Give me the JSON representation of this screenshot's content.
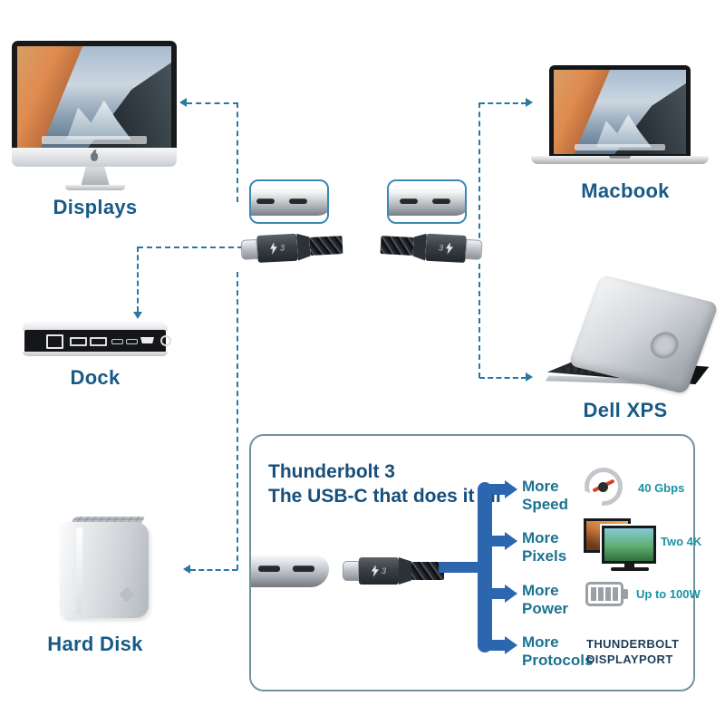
{
  "figure": {
    "type": "product-infographic",
    "subject": "Thunderbolt 3 USB-C cable connectivity diagram"
  },
  "colors": {
    "dashed_line": "#2878a2",
    "device_label": "#175a86",
    "panel_title": "#174f7c",
    "feature_label": "#1b7391",
    "feature_value": "#1794a3",
    "protocol_text": "#1e3d59",
    "arrow_blue": "#2b66ae",
    "panel_border": "#6f94a0",
    "needle_red": "#e03a24"
  },
  "devices": {
    "displays": {
      "label": "Displays"
    },
    "macbook": {
      "label": "Macbook"
    },
    "dock": {
      "label": "Dock"
    },
    "dell_xps": {
      "label": "Dell XPS"
    },
    "hard_disk": {
      "label": "Hard Disk"
    }
  },
  "cable": {
    "marking_number": "3"
  },
  "panel": {
    "title_line1": "Thunderbolt 3",
    "title_line2": "The USB-C that does it all",
    "features": [
      {
        "line1": "More",
        "line2": "Speed",
        "value": "40 Gbps",
        "icon": "speedometer-icon"
      },
      {
        "line1": "More",
        "line2": "Pixels",
        "value": "Two 4K",
        "icon": "dual-4k-monitors-icon"
      },
      {
        "line1": "More",
        "line2": "Power",
        "value": "Up to 100W",
        "icon": "battery-icon"
      },
      {
        "line1": "More",
        "line2": "Protocols",
        "value_line1": "THUNDERBOLT",
        "value_line2": "DISPLAYPORT",
        "icon": "none"
      }
    ]
  }
}
